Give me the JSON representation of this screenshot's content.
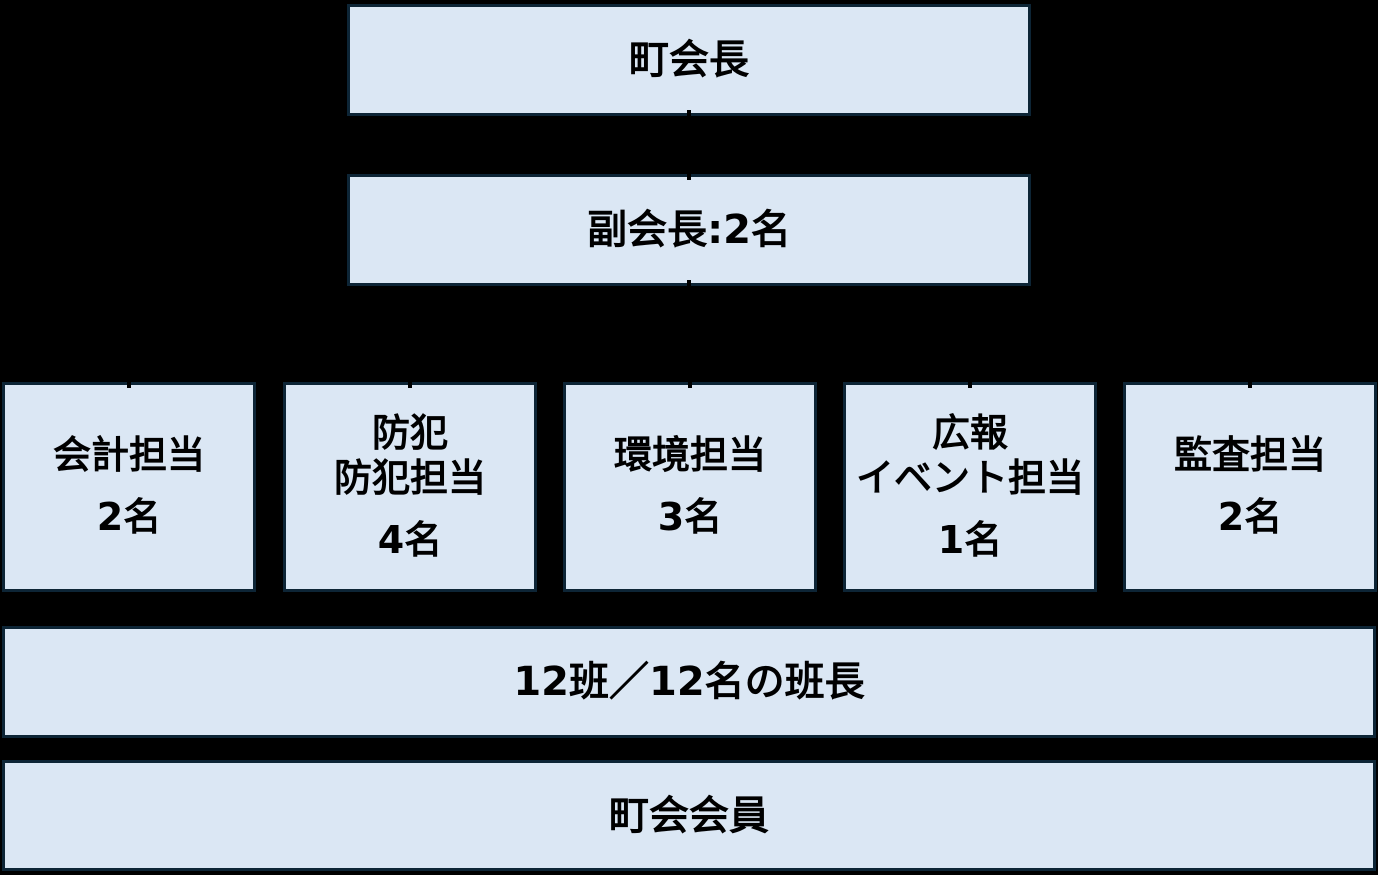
{
  "colors": {
    "background": "#000000",
    "box_fill": "#dbe7f4",
    "box_border": "#0d2536",
    "text": "#000000",
    "connector": "#000000"
  },
  "org_chart": {
    "chairman": {
      "label": "町会長"
    },
    "vice_chairman": {
      "label": "副会長:2名"
    },
    "committees": [
      {
        "title": "会計担当",
        "count": "2名"
      },
      {
        "title": "防犯\n防犯担当",
        "count": "4名"
      },
      {
        "title": "環境担当",
        "count": "3名"
      },
      {
        "title": "広報\nイベント担当",
        "count": "1名"
      },
      {
        "title": "監査担当",
        "count": "2名"
      }
    ],
    "group_leaders": {
      "label": "12班／12名の班長"
    },
    "members": {
      "label": "町会会員"
    }
  }
}
